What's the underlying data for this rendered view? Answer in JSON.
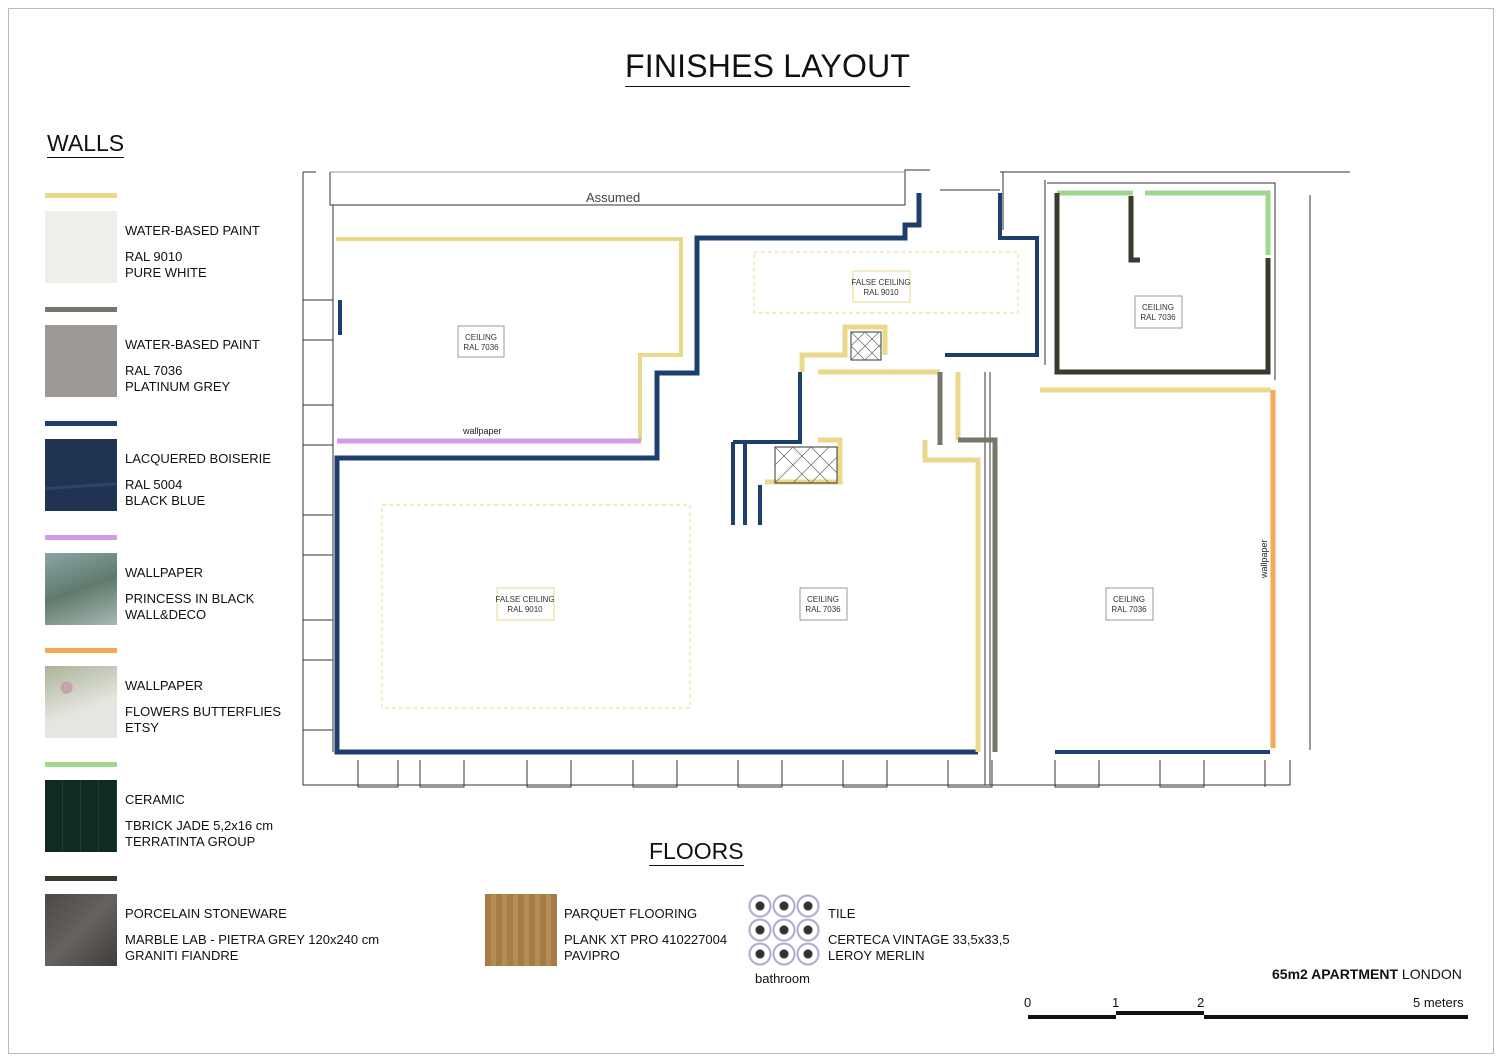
{
  "title": "FINISHES LAYOUT",
  "walls_heading": "WALLS",
  "floors_heading": "FLOORS",
  "colors": {
    "yellow": "#ead98a",
    "grey": "#77756c",
    "blue": "#1d3f6e",
    "purple": "#d49be8",
    "orange": "#f5a856",
    "green": "#9dd88e",
    "dark": "#3a3a2e"
  },
  "walls": [
    {
      "title": "WATER-BASED PAINT",
      "line1": "RAL 9010",
      "line2": "PURE WHITE"
    },
    {
      "title": "WATER-BASED PAINT",
      "line1": "RAL 7036",
      "line2": "PLATINUM GREY"
    },
    {
      "title": "LACQUERED BOISERIE",
      "line1": "RAL 5004",
      "line2": "BLACK BLUE"
    },
    {
      "title": "WALLPAPER",
      "line1": "PRINCESS IN BLACK",
      "line2": "WALL&DECO"
    },
    {
      "title": "WALLPAPER",
      "line1": "FLOWERS BUTTERFLIES",
      "line2": "ETSY"
    },
    {
      "title": "CERAMIC",
      "line1": "TBRICK JADE  5,2x16 cm",
      "line2": "TERRATINTA GROUP"
    },
    {
      "title": "PORCELAIN STONEWARE",
      "line1": "MARBLE LAB - PIETRA GREY  120x240 cm",
      "line2": "GRANITI FIANDRE"
    }
  ],
  "floors": [
    {
      "title": "PARQUET FLOORING",
      "line1": "PLANK XT PRO 410227004",
      "line2": "PAVIPRO"
    },
    {
      "title": "TILE",
      "line1": "CERTECA VINTAGE 33,5x33,5",
      "line2": "LEROY MERLIN",
      "caption": "bathroom"
    }
  ],
  "plan": {
    "assumed": "Assumed",
    "wallpaper": "wallpaper",
    "labels": [
      {
        "l1": "CEILING",
        "l2": "RAL 7036"
      },
      {
        "l1": "FALSE CEILING",
        "l2": "RAL 9010"
      },
      {
        "l1": "CEILING",
        "l2": "RAL 7036"
      },
      {
        "l1": "FALSE CEILING",
        "l2": "RAL 9010"
      },
      {
        "l1": "CEILING",
        "l2": "RAL 7036"
      },
      {
        "l1": "CEILING",
        "l2": "RAL 7036"
      }
    ]
  },
  "project": {
    "bold": "65m2 APARTMENT",
    "rest": " LONDON"
  },
  "scale": {
    "t0": "0",
    "t1": "1",
    "t2": "2",
    "t5": "5 meters"
  }
}
